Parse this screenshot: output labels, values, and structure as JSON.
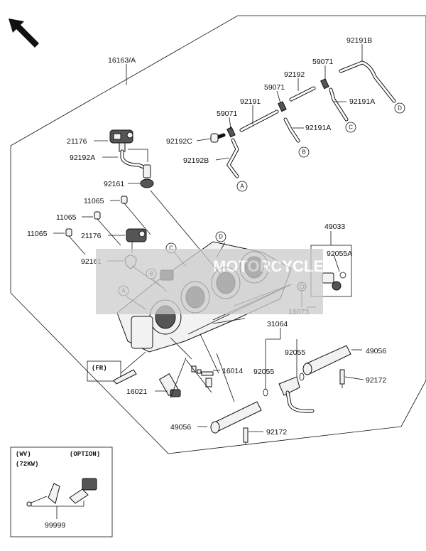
{
  "parts": {
    "p16163A": "16163/A",
    "p92191B": "92191B",
    "p59071_top": "59071",
    "p92192": "92192",
    "p59071_mid": "59071",
    "p92191A_top": "92191A",
    "p92191": "92191",
    "p59071_low": "59071",
    "p92191A_low": "92191A",
    "p21176_top": "21176",
    "p92192C": "92192C",
    "p92192A": "92192A",
    "p92192B": "92192B",
    "p92161_top": "92161",
    "p11065_a": "11065",
    "p11065_b": "11065",
    "p11065_c": "11065",
    "p21176_mid": "21176",
    "p92161_mid": "92161",
    "p49033": "49033",
    "p92055A": "92055A",
    "p16073": "16073",
    "p31064": "31064",
    "p92055_l": "92055",
    "p92055_r": "92055",
    "p49056_r": "49056",
    "p92172_r": "92172",
    "p16014": "16014",
    "p16021": "16021",
    "p49056_l": "49056",
    "p92172_l": "92172",
    "p99999": "99999"
  },
  "markers": {
    "A": "A",
    "B": "B",
    "C": "C",
    "D": "D"
  },
  "fr_label": "(FR)",
  "inset": {
    "left": "(WV)",
    "sub": "(72KW)",
    "right": "(OPTION)"
  },
  "watermark": "MOTORCYCLE",
  "colors": {
    "line": "#111111",
    "background": "#ffffff",
    "watermark": "#cccccc"
  }
}
